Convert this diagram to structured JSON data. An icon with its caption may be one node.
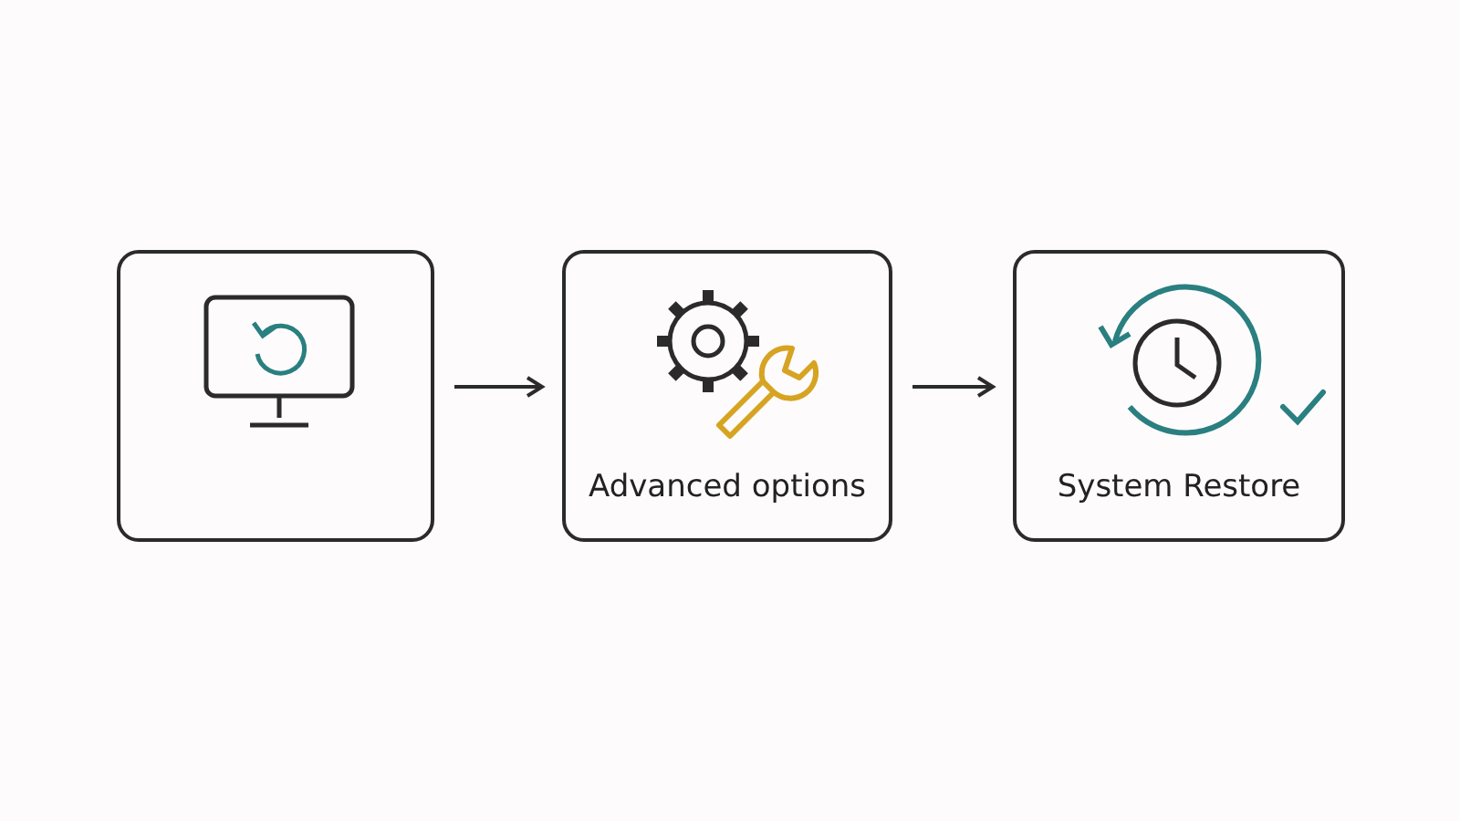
{
  "diagram": {
    "nodes": [
      {
        "text": [],
        "shape": "box"
      },
      {
        "text": [
          "Advanced options"
        ]
      },
      {
        "text": [
          "System Restore"
        ]
      }
    ],
    "edges": [
      {
        "from": 0,
        "to": 1,
        "arrow": "to"
      },
      {
        "from": 1,
        "to": 2,
        "arrow": "to"
      }
    ]
  }
}
